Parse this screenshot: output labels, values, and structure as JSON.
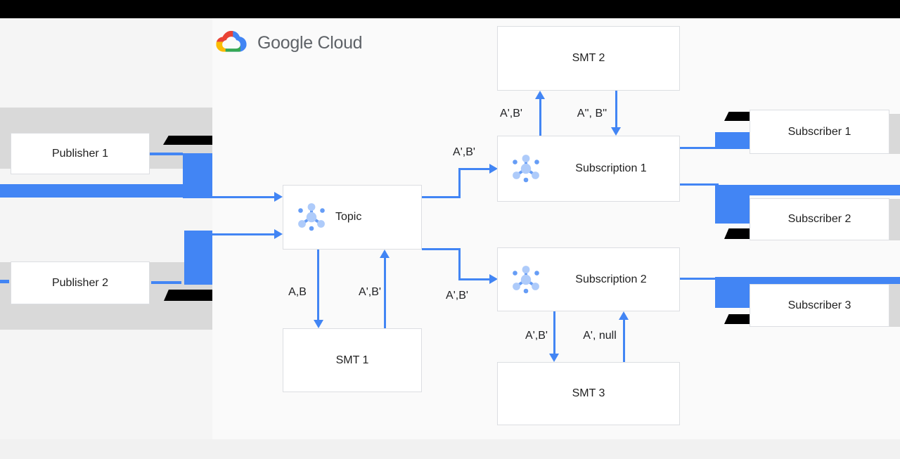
{
  "logo": {
    "text": "Google Cloud"
  },
  "nodes": {
    "publisher1": "Publisher 1",
    "publisher2": "Publisher 2",
    "topic": "Topic",
    "smt1": "SMT 1",
    "smt2": "SMT 2",
    "smt3": "SMT 3",
    "subscription1": "Subscription 1",
    "subscription2": "Subscription 2",
    "subscriber1": "Subscriber 1",
    "subscriber2": "Subscriber 2",
    "subscriber3": "Subscriber 3"
  },
  "edge_labels": {
    "topic_to_sub1": "A',B'",
    "topic_to_sub2": "A',B'",
    "topic_to_smt1": "A,B",
    "smt1_to_topic": "A',B'",
    "sub1_to_smt2": "A',B'",
    "smt2_to_sub1": "A'', B''",
    "sub2_to_smt3": "A',B'",
    "smt3_to_sub2": "A', null"
  },
  "colors": {
    "arrow_blue": "#4285f4",
    "band_gray": "#d9d9d9",
    "left_panel_bg": "#f5f5f5",
    "canvas_bg": "#fafafa",
    "top_bar": "#000000",
    "pubsub_icon_light": "#aecbfa",
    "pubsub_icon_mid": "#669df6",
    "logo_text_gray": "#5f6368"
  }
}
